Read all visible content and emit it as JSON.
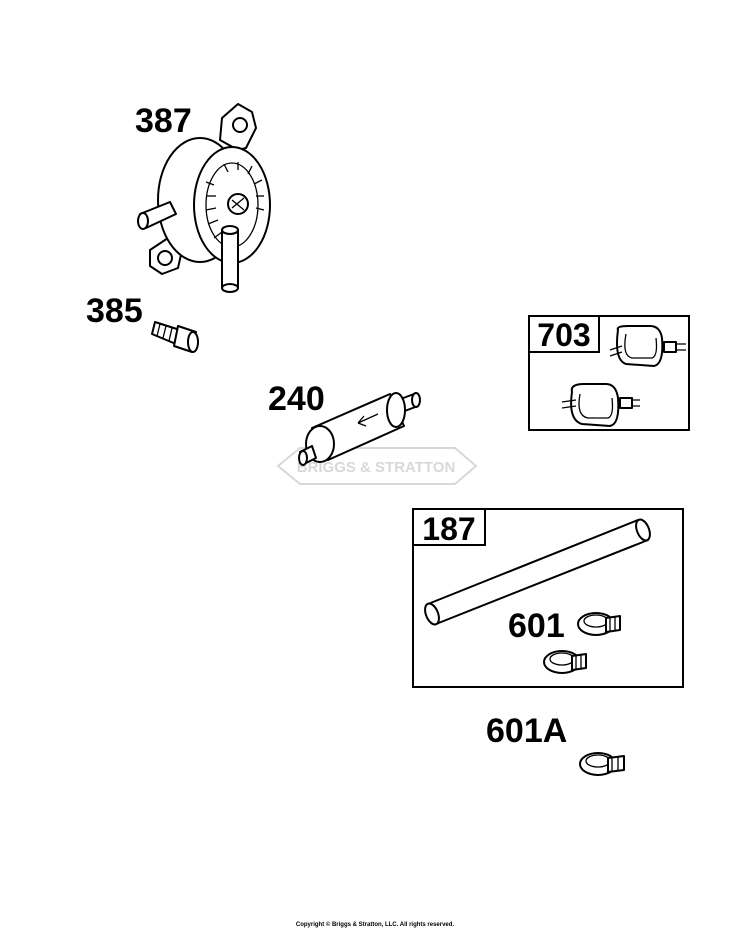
{
  "callouts": {
    "fuel_pump": "387",
    "screw": "385",
    "fuel_filter": "240",
    "clamp_kit": "703",
    "fuel_line": "187",
    "hose_clamp": "601",
    "hose_clamp_alt": "601A"
  },
  "watermark": "BRIGGS & STRATTON",
  "copyright": "Copyright © Briggs & Stratton, LLC. All rights reserved."
}
